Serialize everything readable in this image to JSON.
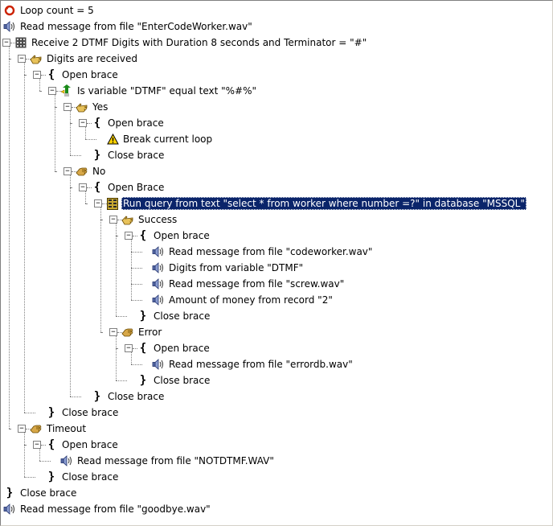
{
  "tree": {
    "nodes": [
      {
        "text": "Loop count = 5",
        "icon": "loop-icon",
        "level": 0,
        "expander": "none"
      },
      {
        "text": "Read message from file \"EnterCodeWorker.wav\"",
        "icon": "speaker-icon",
        "level": 0,
        "expander": "none"
      },
      {
        "text": "Receive 2 DTMF Digits with Duration 8 seconds and Terminator = \"#\"",
        "icon": "keypad-icon",
        "level": 0,
        "expander": "minus"
      },
      {
        "text": "Digits are received",
        "icon": "hand-open-icon",
        "level": 1,
        "expander": "minus"
      },
      {
        "text": "Open brace",
        "icon": "brace-open-icon",
        "level": 2,
        "expander": "minus"
      },
      {
        "text": "Is variable \"DTMF\" equal text \"%#%\"",
        "icon": "condition-icon",
        "level": 3,
        "expander": "minus"
      },
      {
        "text": "Yes",
        "icon": "hand-open-icon",
        "level": 4,
        "expander": "minus"
      },
      {
        "text": "Open brace",
        "icon": "brace-open-icon",
        "level": 5,
        "expander": "minus"
      },
      {
        "text": "Break current loop",
        "icon": "warning-icon",
        "level": 6,
        "expander": "none"
      },
      {
        "text": "Close brace",
        "icon": "brace-close-icon",
        "level": 5,
        "expander": "none"
      },
      {
        "text": "No",
        "icon": "hand-closed-icon",
        "level": 4,
        "expander": "minus"
      },
      {
        "text": "Open Brace",
        "icon": "brace-open-icon",
        "level": 5,
        "expander": "minus"
      },
      {
        "text": "Run query from text \"select * from worker where number =?\" in database \"MSSQL\"",
        "icon": "database-icon",
        "level": 6,
        "expander": "minus",
        "selected": true
      },
      {
        "text": "Success",
        "icon": "hand-open-icon",
        "level": 7,
        "expander": "minus"
      },
      {
        "text": "Open brace",
        "icon": "brace-open-icon",
        "level": 8,
        "expander": "minus"
      },
      {
        "text": "Read message from file \"codeworker.wav\"",
        "icon": "speaker-icon",
        "level": 9,
        "expander": "none"
      },
      {
        "text": "Digits from variable \"DTMF\"",
        "icon": "speaker-icon",
        "level": 9,
        "expander": "none"
      },
      {
        "text": "Read message from file \"screw.wav\"",
        "icon": "speaker-icon",
        "level": 9,
        "expander": "none"
      },
      {
        "text": "Amount of money from record \"2\"",
        "icon": "speaker-icon",
        "level": 9,
        "expander": "none"
      },
      {
        "text": "Close brace",
        "icon": "brace-close-icon",
        "level": 8,
        "expander": "none"
      },
      {
        "text": "Error",
        "icon": "hand-closed-icon",
        "level": 7,
        "expander": "minus"
      },
      {
        "text": "Open brace",
        "icon": "brace-open-icon",
        "level": 8,
        "expander": "minus"
      },
      {
        "text": "Read message from file \"errordb.wav\"",
        "icon": "speaker-icon",
        "level": 9,
        "expander": "none"
      },
      {
        "text": "Close brace",
        "icon": "brace-close-icon",
        "level": 8,
        "expander": "none"
      },
      {
        "text": "Close brace",
        "icon": "brace-close-icon",
        "level": 5,
        "expander": "none"
      },
      {
        "text": "Close brace",
        "icon": "brace-close-icon",
        "level": 2,
        "expander": "none"
      },
      {
        "text": "Timeout",
        "icon": "hand-closed-icon",
        "level": 1,
        "expander": "minus"
      },
      {
        "text": "Open brace",
        "icon": "brace-open-icon",
        "level": 2,
        "expander": "minus"
      },
      {
        "text": "Read message from file \"NOTDTMF.WAV\"",
        "icon": "speaker-icon",
        "level": 3,
        "expander": "none"
      },
      {
        "text": "Close brace",
        "icon": "brace-close-icon",
        "level": 2,
        "expander": "none"
      },
      {
        "text": "Close brace",
        "icon": "brace-close-icon",
        "level": 0,
        "expander": "none"
      },
      {
        "text": "Read message from file \"goodbye.wav\"",
        "icon": "speaker-icon",
        "level": 0,
        "expander": "none"
      }
    ]
  },
  "colors": {
    "selection_bg": "#0a246a",
    "selection_text": "#ffffff",
    "tree_lines": "#808080",
    "loop_icon": "#cc2200",
    "hand_icon": "#d8b048",
    "arrow_green": "#1a8a1a",
    "warning_yellow": "#ffd400"
  }
}
